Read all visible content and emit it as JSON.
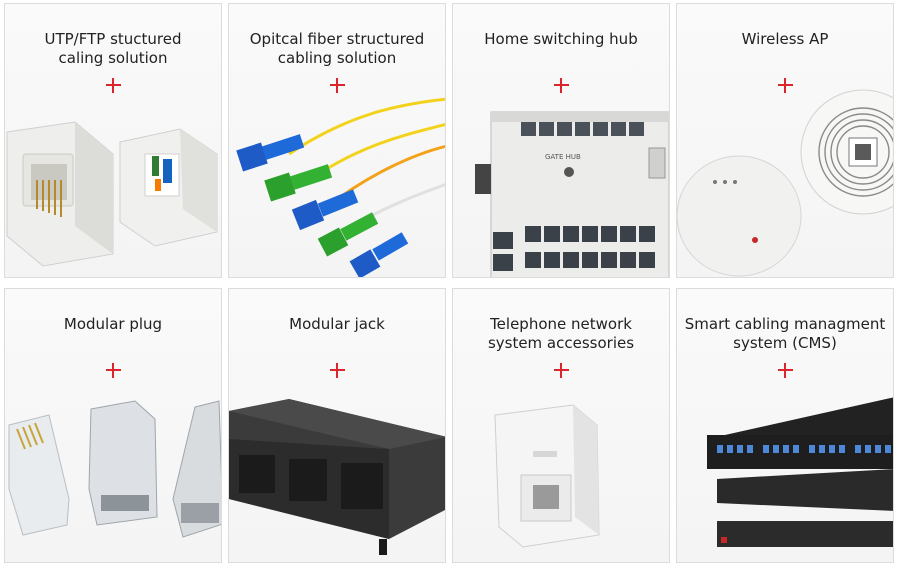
{
  "products": [
    {
      "title": "UTP/FTP stuctured\ncaling solution",
      "image": "keystone-jack-image"
    },
    {
      "title": "Opitcal fiber structured\ncabling solution",
      "image": "fiber-patch-cord-image"
    },
    {
      "title": "Home switching hub",
      "image": "switching-hub-image",
      "device_label": "GATE HUB"
    },
    {
      "title": "Wireless AP",
      "image": "wireless-ap-image"
    },
    {
      "title": "Modular plug",
      "image": "rj45-plug-image"
    },
    {
      "title": "Modular jack",
      "image": "modular-jack-image"
    },
    {
      "title": "Telephone network\nsystem accessories",
      "image": "phone-coupler-image"
    },
    {
      "title": "Smart cabling managment\nsystem (CMS)",
      "image": "patch-panel-image"
    }
  ],
  "colors": {
    "accent": "#d8262c",
    "card_bg": "#f6f6f6",
    "border": "#dcdcdc"
  }
}
